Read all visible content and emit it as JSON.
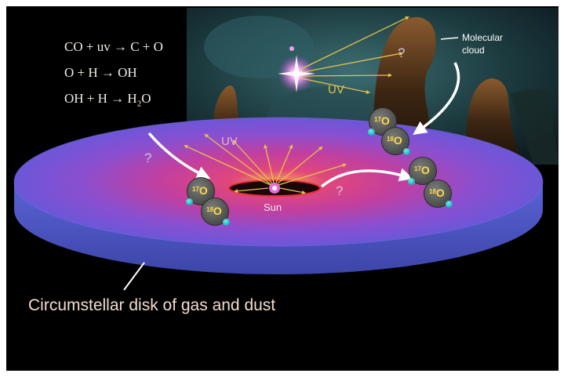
{
  "equations": [
    {
      "lhs": "CO + uv",
      "arrow": "→",
      "rhs": "C + O",
      "sub": ""
    },
    {
      "lhs": "O + H",
      "arrow": "→",
      "rhs": "OH",
      "sub": ""
    },
    {
      "lhs": "OH + H",
      "arrow": "→",
      "rhs": "H",
      "sub": "2",
      "rhs_tail": "O"
    }
  ],
  "labels": {
    "uv_cloud": "UV",
    "uv_disk": "UV",
    "molecular_cloud": "Molecular cloud",
    "molecular_line1": "Molecular",
    "molecular_line2": "cloud",
    "sun": "Sun",
    "disk": "Circumstellar disk of gas and dust",
    "question": "?"
  },
  "molecules": [
    {
      "mass": "17",
      "element": "O"
    },
    {
      "mass": "18",
      "element": "O"
    }
  ],
  "colors": {
    "background": "#000000",
    "disk_center": "#d6317a",
    "disk_edge": "#6b4fd1",
    "disk_rim": "#4c5fcf",
    "uv_ray": "#e6c24a",
    "oxygen_atom": "#5a5b59",
    "hydrogen_atom": "#1fb8c0",
    "isotope_text": "#ffd84a",
    "arrow": "#ffffff"
  }
}
